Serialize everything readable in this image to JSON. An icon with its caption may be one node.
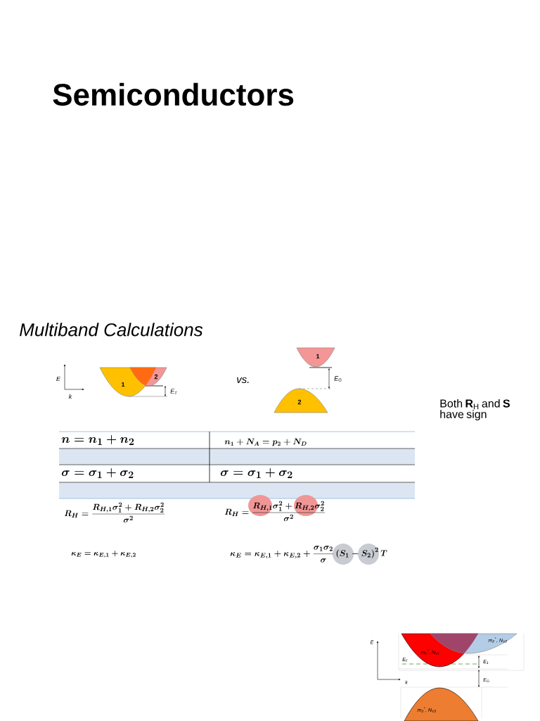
{
  "diagram": {
    "title": "Semiconductors",
    "nodes": [
      {
        "text": [
          "1"
        ]
      },
      {
        "text": [
          "2"
        ],
        "beside": [
          "E$_{1}$"
        ]
      },
      {
        "text": [
          "1"
        ]
      },
      {
        "text": [
          "2"
        ],
        "beside": [
          "E$_{G}$"
        ]
      },
      {
        "text": [
          "m$_{1}$$^{*}$, N$_{V1}$"
        ]
      },
      {
        "text": [
          "m$_{2}$$^{*}$, N$_{V2}$"
        ]
      },
      {
        "text": [
          "m$_{3}$$^{*}$, N$_{V3}$"
        ]
      }
    ],
    "labels": [
      "Multiband Calculations",
      "E",
      "k",
      "vs.",
      "Both **R**$_{H}$ and **S** have sign",
      "n=n_1+n_2",
      "n_1+N_A=p_2+N_D",
      "\\sigma=\\sigma_1+\\sigma_2",
      "\\sigma=\\sigma_1+\\sigma_2",
      "R_H=\\frac{R_{H,1}\\sigma_1^2+R_{H,2}\\sigma_2^2}{\\sigma^2}",
      "R_H=\\frac{R_{H,1}\\sigma_1^2+R_{H,2}\\sigma_2^2}{\\sigma^2}",
      "\\kappa_E=\\kappa_{E,1}+\\kappa_{E,2}",
      "\\kappa_E=\\kappa_{E,1}+\\kappa_{E,2}+\\frac{\\sigma_1\\sigma_2}{\\sigma}\\left(S_1-S_2\\right)^2T",
      "E",
      "k",
      "E$_{F}$",
      "E$_{1}$",
      "E$_{G}$"
    ]
  }
}
